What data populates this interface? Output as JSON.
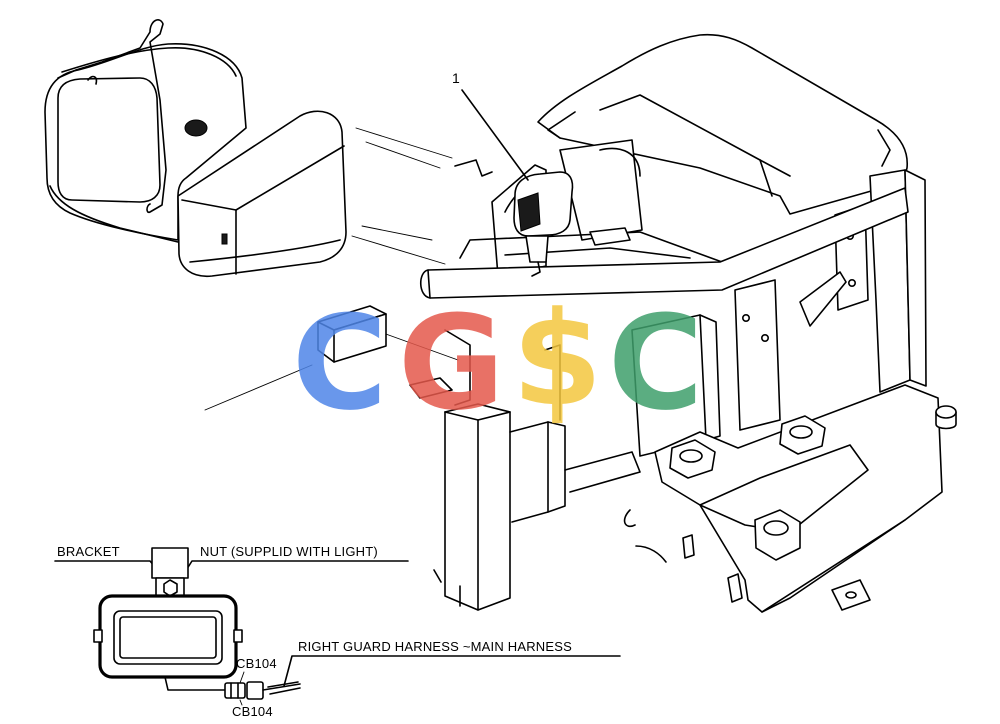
{
  "diagram": {
    "callouts": [
      {
        "label": "1"
      }
    ],
    "labels": {
      "bracket": "BRACKET",
      "nut": "NUT (SUPPLID WITH LIGHT)",
      "connector_upper": "CB104",
      "connector_lower": "CB104",
      "harness": "RIGHT GUARD HARNESS ~MAIN HARNESS"
    },
    "watermark": {
      "letters": [
        "C",
        "G",
        "$",
        "C"
      ],
      "colors": [
        "#4f86e8",
        "#e5594c",
        "#f4c73f",
        "#3f9f6c"
      ]
    }
  }
}
